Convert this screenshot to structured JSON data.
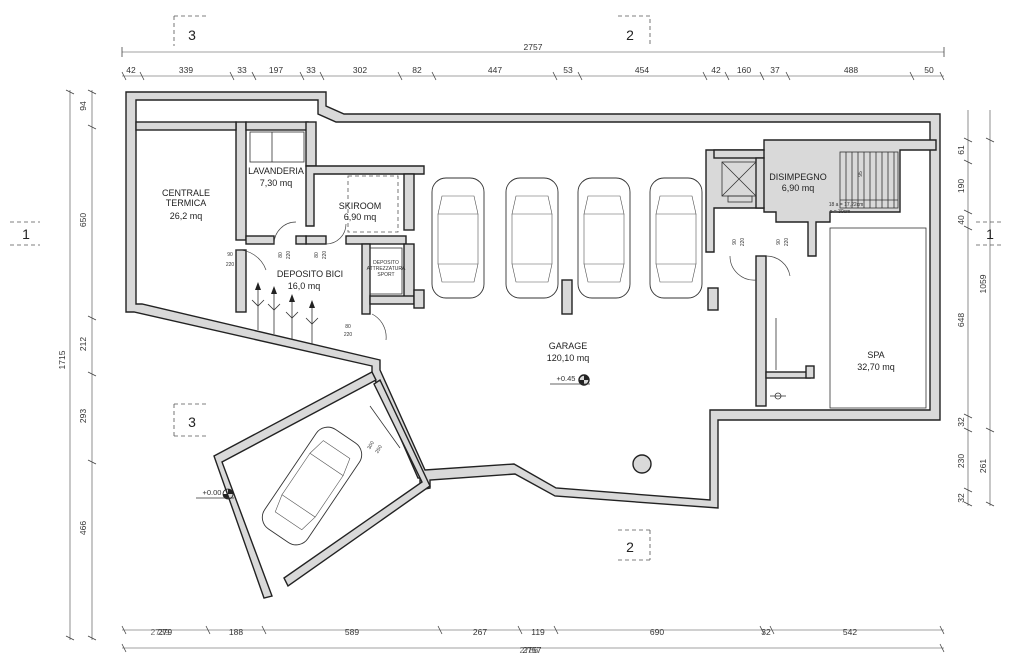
{
  "rooms": {
    "centrale_termica": {
      "name_line1": "CENTRALE",
      "name_line2": "TERMICA",
      "area": "26,2 mq"
    },
    "lavanderia": {
      "name": "LAVANDERIA",
      "area": "7,30 mq"
    },
    "skiroom": {
      "name": "SKIROOM",
      "area": "6,90 mq"
    },
    "deposito_bici": {
      "name": "DEPOSITO BICI",
      "area": "16,0 mq"
    },
    "deposito_attrezzatura": {
      "line1": "DEPOSITO",
      "line2": "ATTREZZATURA",
      "line3": "SPORT"
    },
    "garage": {
      "name": "GARAGE",
      "area": "120,10 mq"
    },
    "disimpegno": {
      "name": "DISIMPEGNO",
      "area": "6,90 mq"
    },
    "spa": {
      "name": "SPA",
      "area": "32,70 mq"
    }
  },
  "elevations": {
    "garage": "+0.45",
    "ramp": "+0.00"
  },
  "stairs": {
    "step_count": "95",
    "note1": "18 a = 17,22cm",
    "note2": "p = 30cm"
  },
  "door_sizes": {
    "ct_width": "90",
    "ct_height": "220",
    "lav_width": "80",
    "lav_height": "220",
    "ski_width": "80",
    "ski_height": "220",
    "bici_width": "80",
    "bici_height": "220",
    "dis_left_width": "90",
    "dis_left_height": "220",
    "dis_right_width": "90",
    "dis_right_height": "220",
    "ramp_width": "300",
    "ramp_height": "250"
  },
  "section_marks": {
    "section_1": "1",
    "section_2": "2",
    "section_3": "3"
  },
  "dims_top": {
    "total": "2757",
    "segments": [
      "42",
      "339",
      "33",
      "197",
      "33",
      "302",
      "82",
      "447",
      "53",
      "454",
      "42",
      "160",
      "37",
      "488",
      "50"
    ]
  },
  "dims_left": {
    "segments": [
      "94",
      "650",
      "212",
      "293",
      "466"
    ],
    "total": "1715"
  },
  "dims_right": {
    "segments": [
      "61",
      "190",
      "40",
      "648",
      "32",
      "230",
      "32"
    ],
    "total_upper": "1059",
    "total_lower": "261"
  },
  "dims_bottom": {
    "segments": [
      "279",
      "188",
      "589",
      "267",
      "119",
      "690",
      "32",
      "542"
    ],
    "total": "2757",
    "overlap_a": "2739",
    "overlap_b": "2786"
  }
}
